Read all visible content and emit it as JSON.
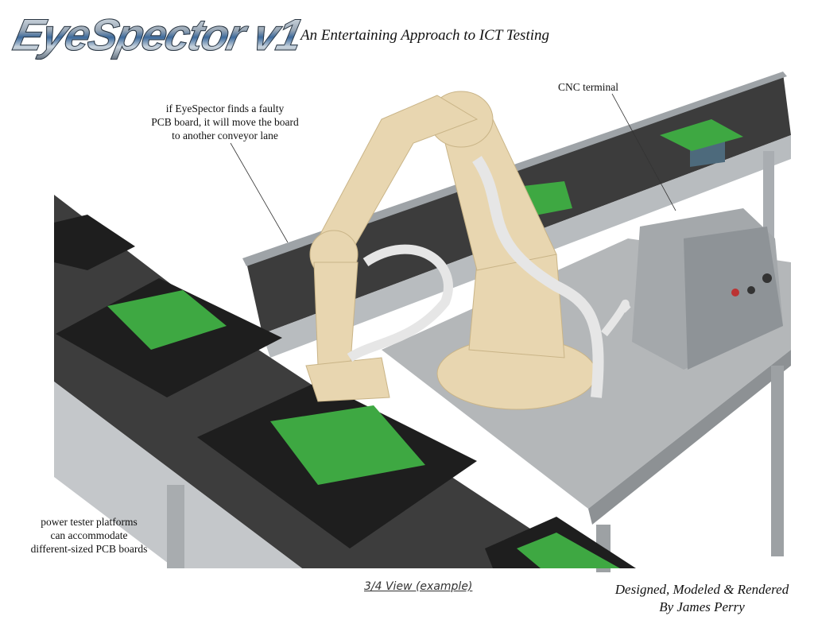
{
  "header": {
    "logo_text": "EyeSpector v1",
    "subtitle": "An Entertaining Approach to ICT Testing"
  },
  "annotations": {
    "faulty_board": [
      "if EyeSpector finds a faulty",
      "PCB board, it will move the board",
      "to another conveyor lane"
    ],
    "cnc_terminal": "CNC terminal",
    "power_tester": [
      "power tester platforms",
      "can accommodate",
      "different-sized PCB boards"
    ]
  },
  "footer": {
    "view_caption": "3/4 View (example)",
    "credit_line1": "Designed, Modeled & Rendered",
    "credit_line2": "By James Perry"
  },
  "colors": {
    "robot": "#e8d6b0",
    "pcb": "#3aa640",
    "belt": "#3a3a3a",
    "frame": "#bfc3c6"
  }
}
